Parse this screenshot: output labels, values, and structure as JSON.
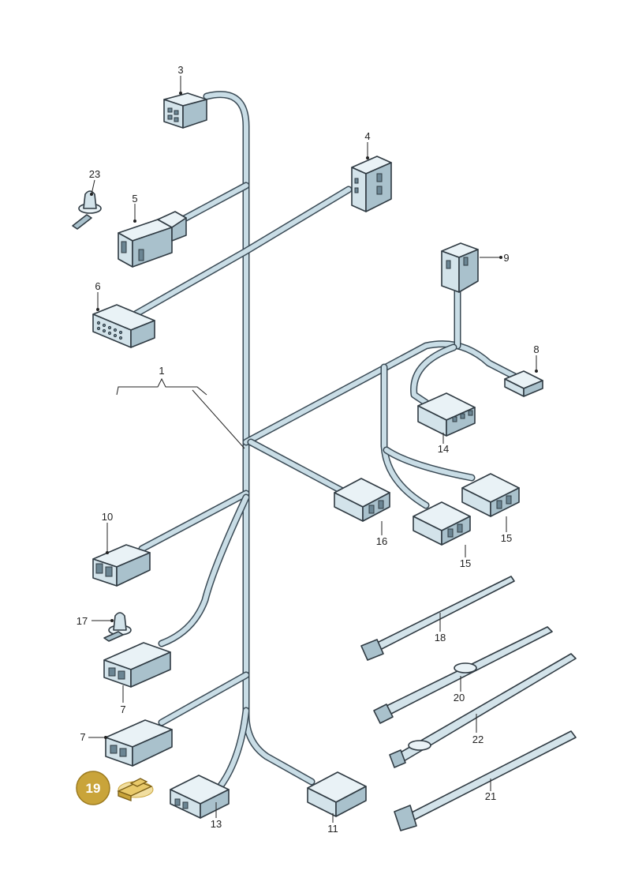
{
  "diagram": {
    "callouts": {
      "c1": "1",
      "c3": "3",
      "c4": "4",
      "c5": "5",
      "c6": "6",
      "c7a": "7",
      "c7b": "7",
      "c8": "8",
      "c9": "9",
      "c10": "10",
      "c11": "11",
      "c13": "13",
      "c14": "14",
      "c15a": "15",
      "c15b": "15",
      "c16": "16",
      "c17": "17",
      "c18": "18",
      "c20": "20",
      "c21": "21",
      "c22": "22",
      "c23": "23"
    },
    "highlighted_part": "19",
    "colors": {
      "wire": "#c9dde6",
      "outline": "#2f3a42",
      "highlight": "#c9a43a"
    }
  }
}
